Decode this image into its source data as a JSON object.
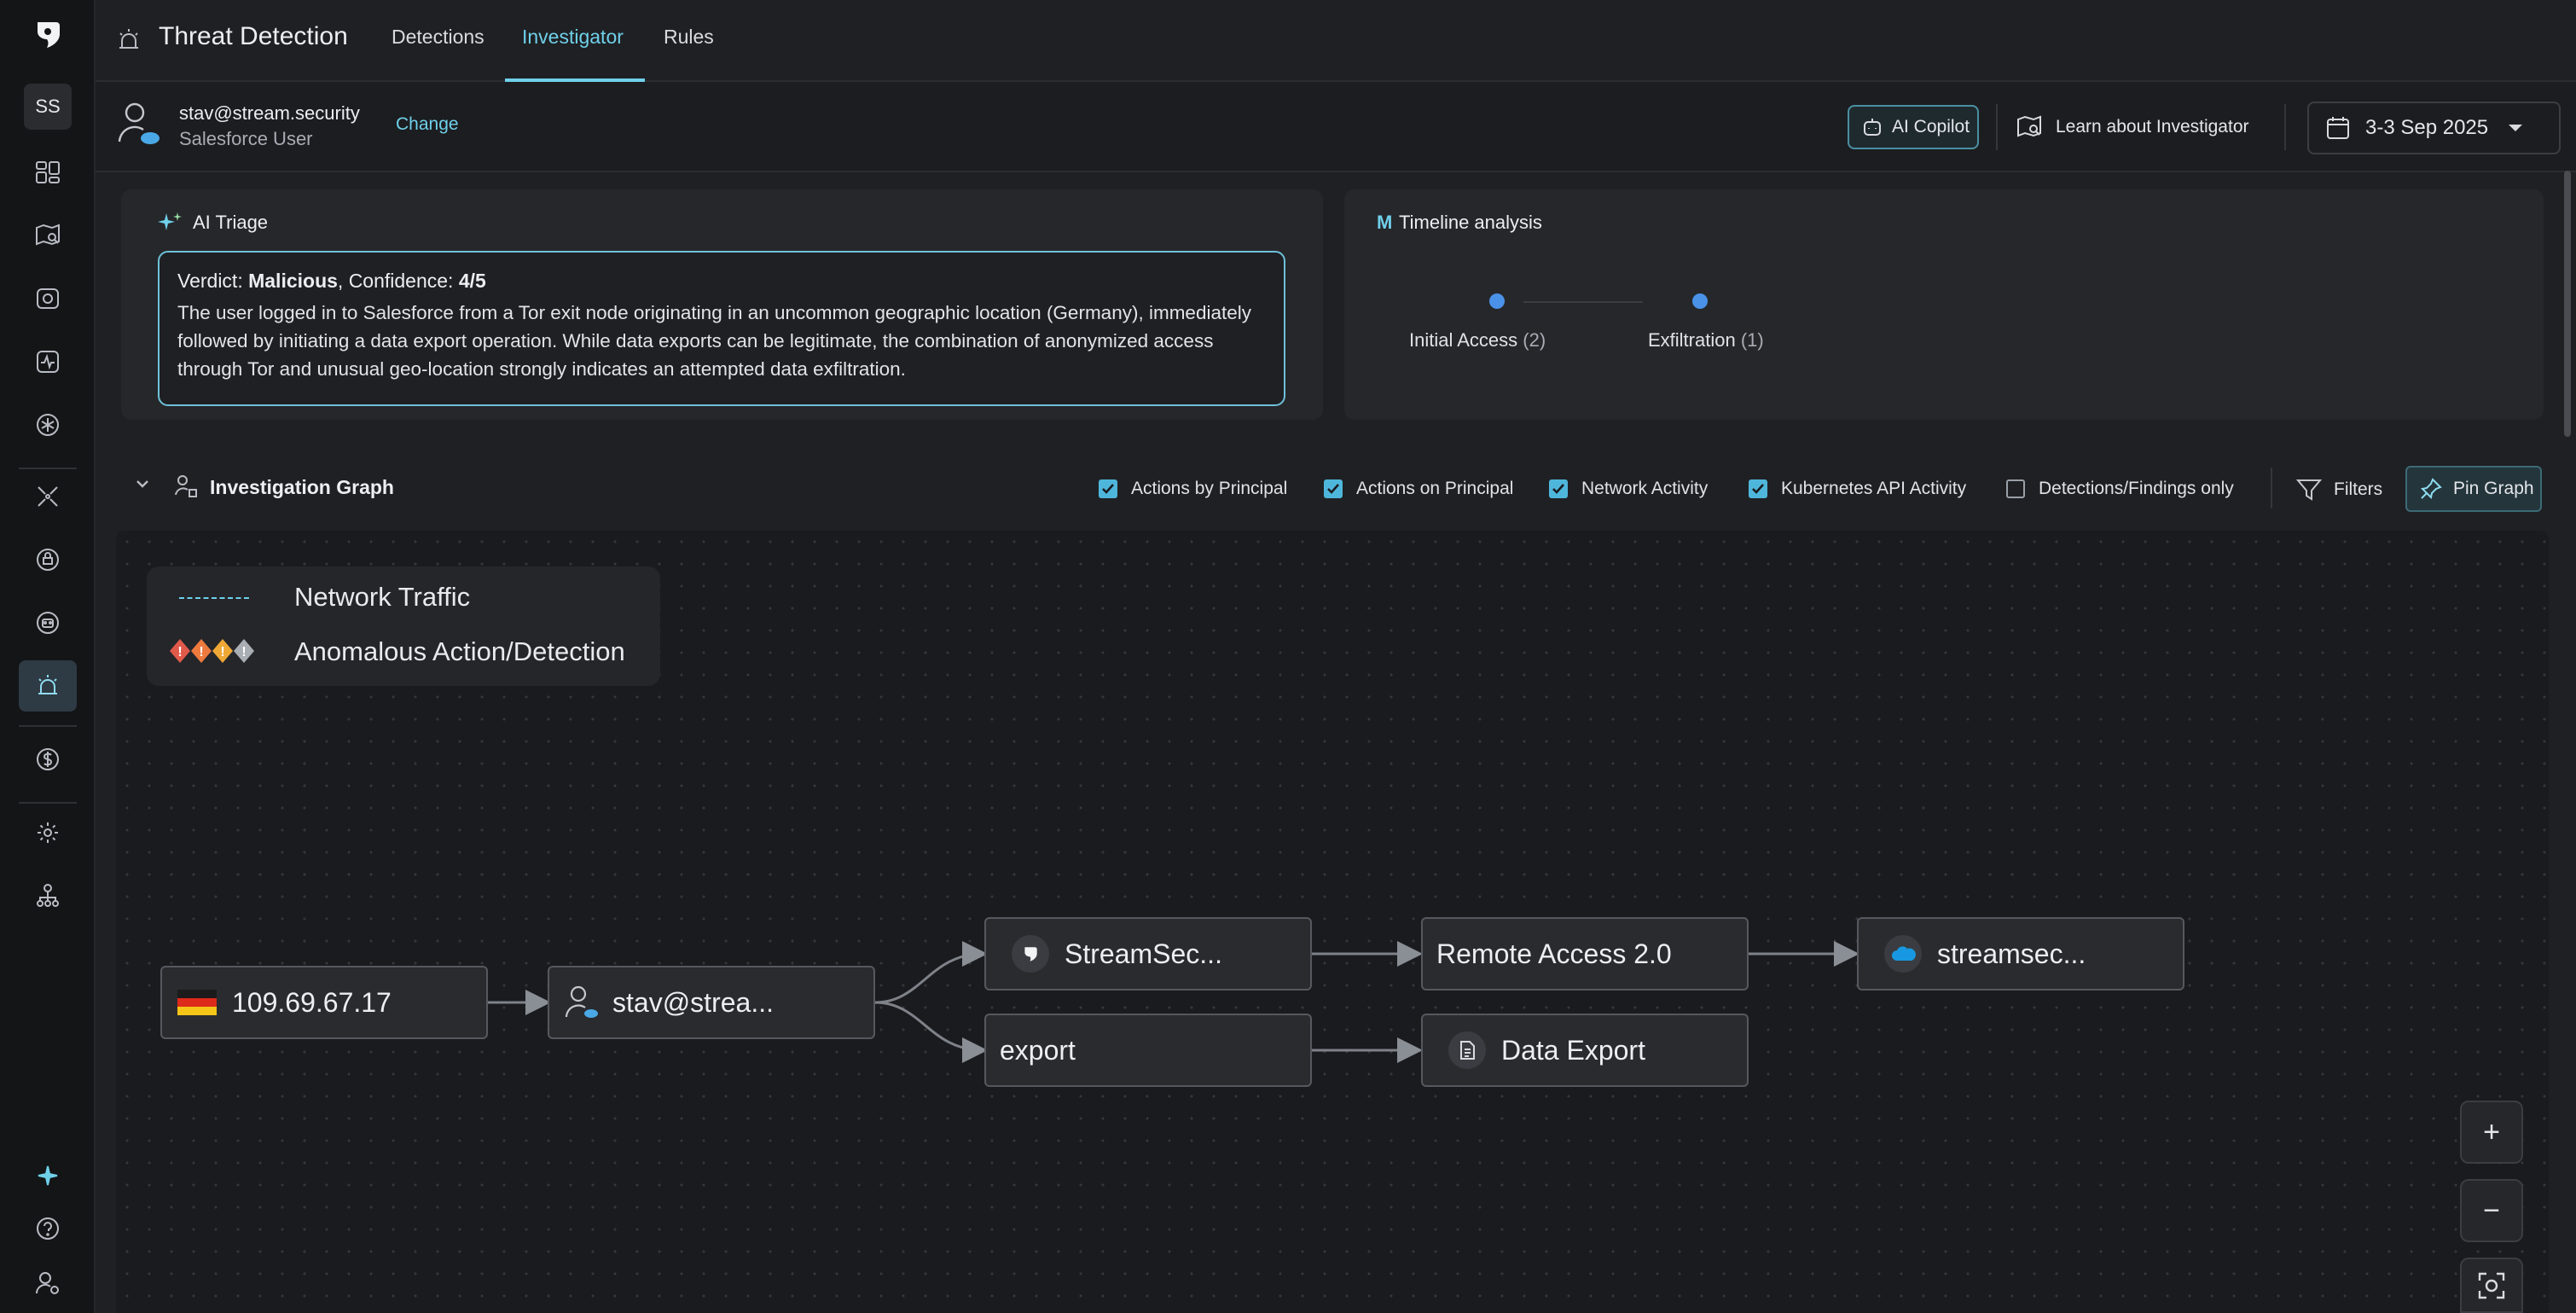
{
  "app": {
    "title": "Threat Detection",
    "tabs": [
      {
        "label": "Detections",
        "active": false
      },
      {
        "label": "Investigator",
        "active": true
      },
      {
        "label": "Rules",
        "active": false
      }
    ],
    "accent_color": "#6fd0ea"
  },
  "sidebar": {
    "avatar_initials": "SS",
    "items": [
      {
        "icon": "dashboard-icon"
      },
      {
        "icon": "map-search-icon"
      },
      {
        "icon": "camera-icon"
      },
      {
        "icon": "activity-icon"
      },
      {
        "icon": "kubernetes-icon"
      },
      {
        "icon": "crosshair-icon"
      },
      {
        "icon": "shield-icon"
      },
      {
        "icon": "bot-icon"
      },
      {
        "icon": "siren-icon",
        "active": true
      },
      {
        "icon": "dollar-icon"
      },
      {
        "icon": "gear-icon"
      },
      {
        "icon": "org-chart-icon"
      },
      {
        "icon": "sparkle-icon"
      },
      {
        "icon": "help-icon"
      },
      {
        "icon": "user-settings-icon"
      }
    ]
  },
  "principal": {
    "email": "stav@stream.security",
    "type": "Salesforce User",
    "change_label": "Change"
  },
  "toolbar": {
    "ai_copilot_label": "AI Copilot",
    "learn_label": "Learn about Investigator",
    "date_range": "3-3 Sep 2025"
  },
  "ai_triage": {
    "title": "AI Triage",
    "verdict_prefix": "Verdict: ",
    "verdict_value": "Malicious",
    "confidence_prefix": ", Confidence: ",
    "confidence_value": "4/5",
    "body": "The user logged in to Salesforce from a Tor exit node originating in an uncommon geographic location (Germany), immediately followed by initiating a data export operation. While data exports can be legitimate, the combination of anonymized access through Tor and unusual geo-location strongly indicates an attempted data exfiltration."
  },
  "timeline": {
    "title": "Timeline analysis",
    "stages": [
      {
        "label": "Initial Access",
        "count": "(2)"
      },
      {
        "label": "Exfiltration",
        "count": "(1)"
      }
    ]
  },
  "graph": {
    "title": "Investigation Graph",
    "filters": [
      {
        "label": "Actions by Principal",
        "checked": true
      },
      {
        "label": "Actions on Principal",
        "checked": true
      },
      {
        "label": "Network Activity",
        "checked": true
      },
      {
        "label": "Kubernetes API Activity",
        "checked": true
      },
      {
        "label": "Detections/Findings only",
        "checked": false
      }
    ],
    "filters_label": "Filters",
    "pin_label": "Pin Graph",
    "legend": {
      "network_traffic": "Network Traffic",
      "anomalous": "Anomalous Action/Detection"
    },
    "nodes": {
      "ip": "109.69.67.17",
      "user": "stav@strea...",
      "streamsec": "StreamSec...",
      "export": "export",
      "remote_access": "Remote Access 2.0",
      "data_export": "Data Export",
      "salesforce": "streamsec..."
    },
    "zoom_in": "+",
    "zoom_out": "−"
  }
}
